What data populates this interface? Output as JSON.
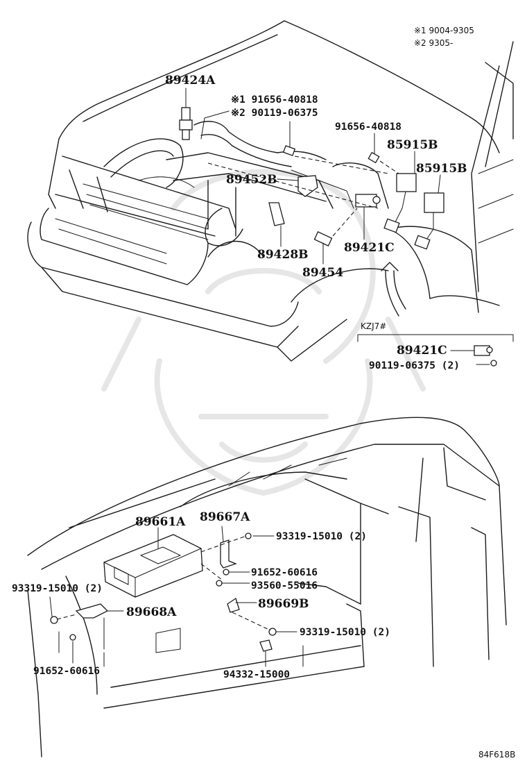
{
  "notes": {
    "note1": "※1 9004-9305",
    "note2": "※2 9305-"
  },
  "top": {
    "p89424A": "89424A",
    "p91656_40818_n1": "※1 91656-40818",
    "p90119_06375_n2": "※2 90119-06375",
    "p91656_40818": "91656-40818",
    "p85915B_a": "85915B",
    "p85915B_b": "85915B",
    "p89452B": "89452B",
    "p89428B": "89428B",
    "p89421C": "89421C",
    "p89454": "89454"
  },
  "variant": {
    "title": "KZJ7#",
    "p89421C": "89421C",
    "p90119_06375": "90119-06375 (2)"
  },
  "bottom": {
    "p89661A": "89661A",
    "p89667A": "89667A",
    "p93319_15010_a": "93319-15010 (2)",
    "p91652_60616_a": "91652-60616",
    "p93560_55016": "93560-55016",
    "p93319_15010_b": "93319-15010 (2)",
    "p89668A": "89668A",
    "p89669B": "89669B",
    "p93319_15010_c": "93319-15010 (2)",
    "p91652_60616_b": "91652-60616",
    "p94332_15000": "94332-15000"
  },
  "figure_id": "84F618B",
  "colors": {
    "ink": "#1a1a1a",
    "watermark": "#e6e6e6",
    "background": "#ffffff"
  }
}
